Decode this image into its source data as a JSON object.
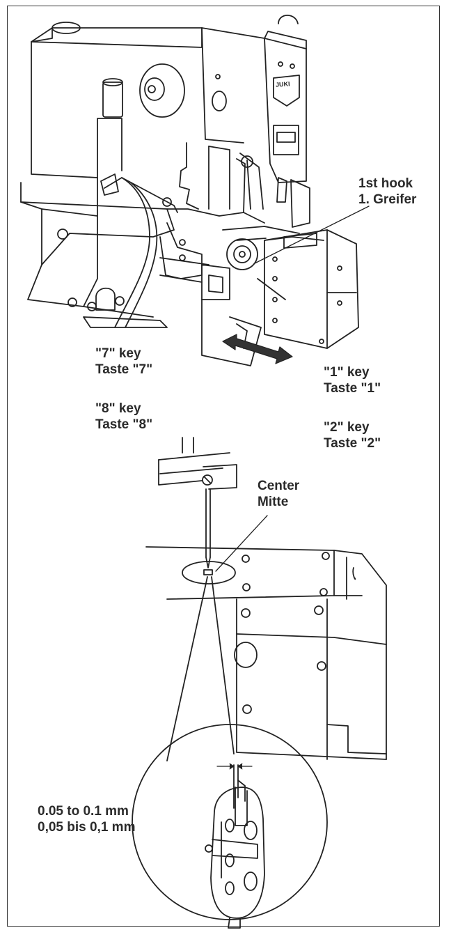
{
  "brand": "JUKI",
  "labels": {
    "hook": {
      "en": "1st hook",
      "de": "1. Greifer"
    },
    "key7": {
      "en": "\"7\" key",
      "de": "Taste \"7\""
    },
    "key8": {
      "en": "\"8\" key",
      "de": "Taste \"8\""
    },
    "key1": {
      "en": "\"1\" key",
      "de": "Taste \"1\""
    },
    "key2": {
      "en": "\"2\" key",
      "de": "Taste \"2\""
    },
    "center": {
      "en": "Center",
      "de": "Mitte"
    },
    "gap": {
      "en": "0.05 to 0.1 mm",
      "de": "0,05 bis 0,1 mm"
    }
  }
}
